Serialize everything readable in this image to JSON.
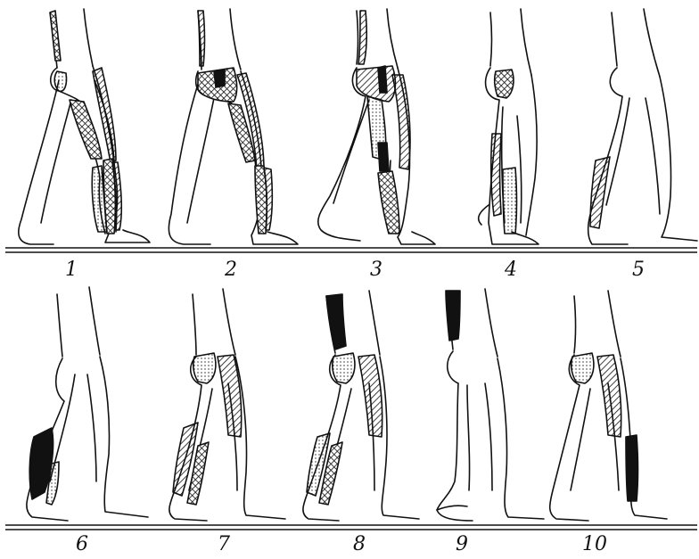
{
  "figure": {
    "panels": [
      {
        "number": "1",
        "shaded_regions": [
          "dots-thigh-back",
          "cross-hatch-thigh",
          "hatch-thigh-front",
          "cross-hatch-calf",
          "dots-calf",
          "hatch-shin"
        ]
      },
      {
        "number": "2",
        "shaded_regions": [
          "cross-hatch-buttock",
          "solid-buttock",
          "hatch-thigh-front",
          "cross-hatch-calf",
          "hatch-shin"
        ]
      },
      {
        "number": "3",
        "shaded_regions": [
          "hatch-buttock",
          "solid-buttock",
          "dots-thigh-back",
          "hatch-thigh-front",
          "solid-calf",
          "cross-hatch-calf"
        ]
      },
      {
        "number": "4",
        "shaded_regions": [
          "cross-hatch-buttock",
          "dots-calf",
          "hatch-shin"
        ]
      },
      {
        "number": "5",
        "shaded_regions": [
          "hatch-calf"
        ]
      },
      {
        "number": "6",
        "shaded_regions": [
          "solid-calf",
          "dots-shin"
        ]
      },
      {
        "number": "7",
        "shaded_regions": [
          "dots-buttock",
          "hatch-thigh",
          "hatch-calf",
          "cross-hatch-shin"
        ]
      },
      {
        "number": "8",
        "shaded_regions": [
          "solid-back",
          "dots-buttock",
          "hatch-thigh",
          "dots-calf",
          "cross-hatch-calf"
        ]
      },
      {
        "number": "9",
        "shaded_regions": [
          "solid-back"
        ]
      },
      {
        "number": "10",
        "shaded_regions": [
          "dots-buttock",
          "hatch-thigh",
          "solid-calf"
        ]
      }
    ],
    "colors": {
      "ink": "#111111",
      "paper": "#ffffff"
    }
  }
}
